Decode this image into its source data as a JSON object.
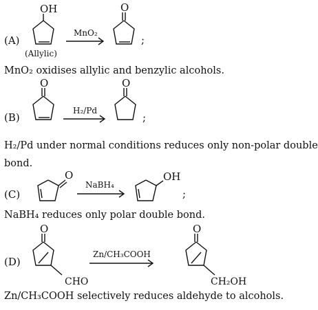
{
  "sections": [
    {
      "label": "(A)",
      "reagent": "MnO₂",
      "reactant_note": "(Allylic)",
      "reactant_group": "OH",
      "product_group": "O",
      "end": ";",
      "statement": "MnO₂ oxidises allylic and benzylic alcohols."
    },
    {
      "label": "(B)",
      "reagent": "H₂/Pd",
      "reactant_group": "O",
      "product_group": "O",
      "end": ";",
      "statement_line1": "H₂/Pd under normal conditions reduces only non-polar double",
      "statement_line2": "bond."
    },
    {
      "label": "(C)",
      "reagent": "NaBH₄",
      "reactant_group": "O",
      "product_group": "OH",
      "end": ";",
      "statement": "NaBH₄ reduces only polar double bond."
    },
    {
      "label": "(D)",
      "reagent": "Zn/CH₃COOH",
      "reactant_group": "O",
      "reactant_sub": "CHO",
      "product_group": "O",
      "product_sub": "CH₂OH",
      "statement": "Zn/CH₃COOH selectively reduces aldehyde to alcohols."
    }
  ]
}
